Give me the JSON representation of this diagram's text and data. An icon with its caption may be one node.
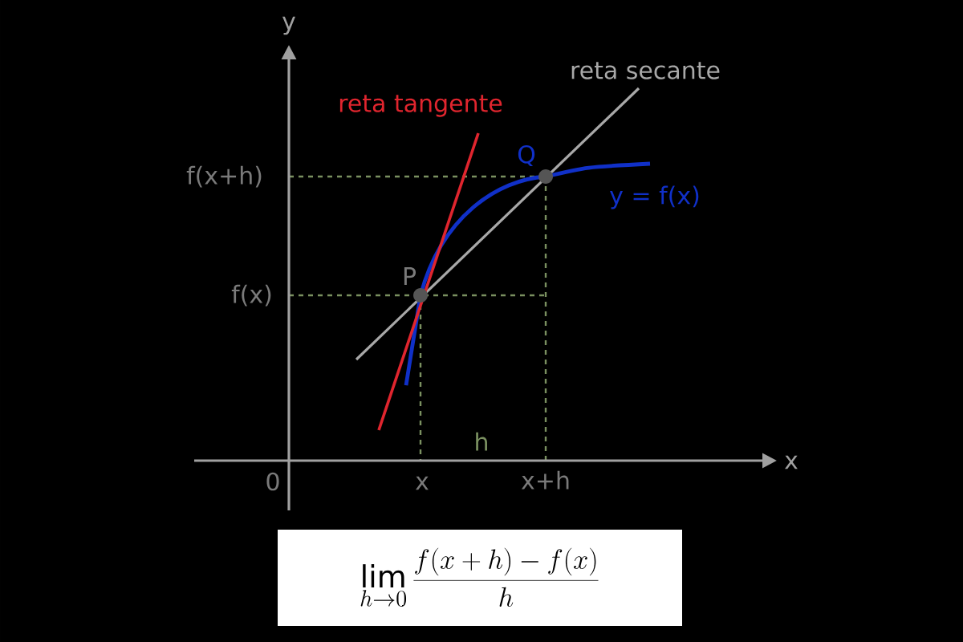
{
  "diagram": {
    "caption": "\\lim_{h\\to 0}\\frac{f(x+h)-f(x)}{h}",
    "labels": [
      "y",
      "reta secante",
      "reta tangente",
      "Q",
      "f(x+h)",
      "y = f(x)",
      "P",
      "f(x)",
      "h",
      "x",
      "0",
      "x",
      "x+h"
    ]
  }
}
